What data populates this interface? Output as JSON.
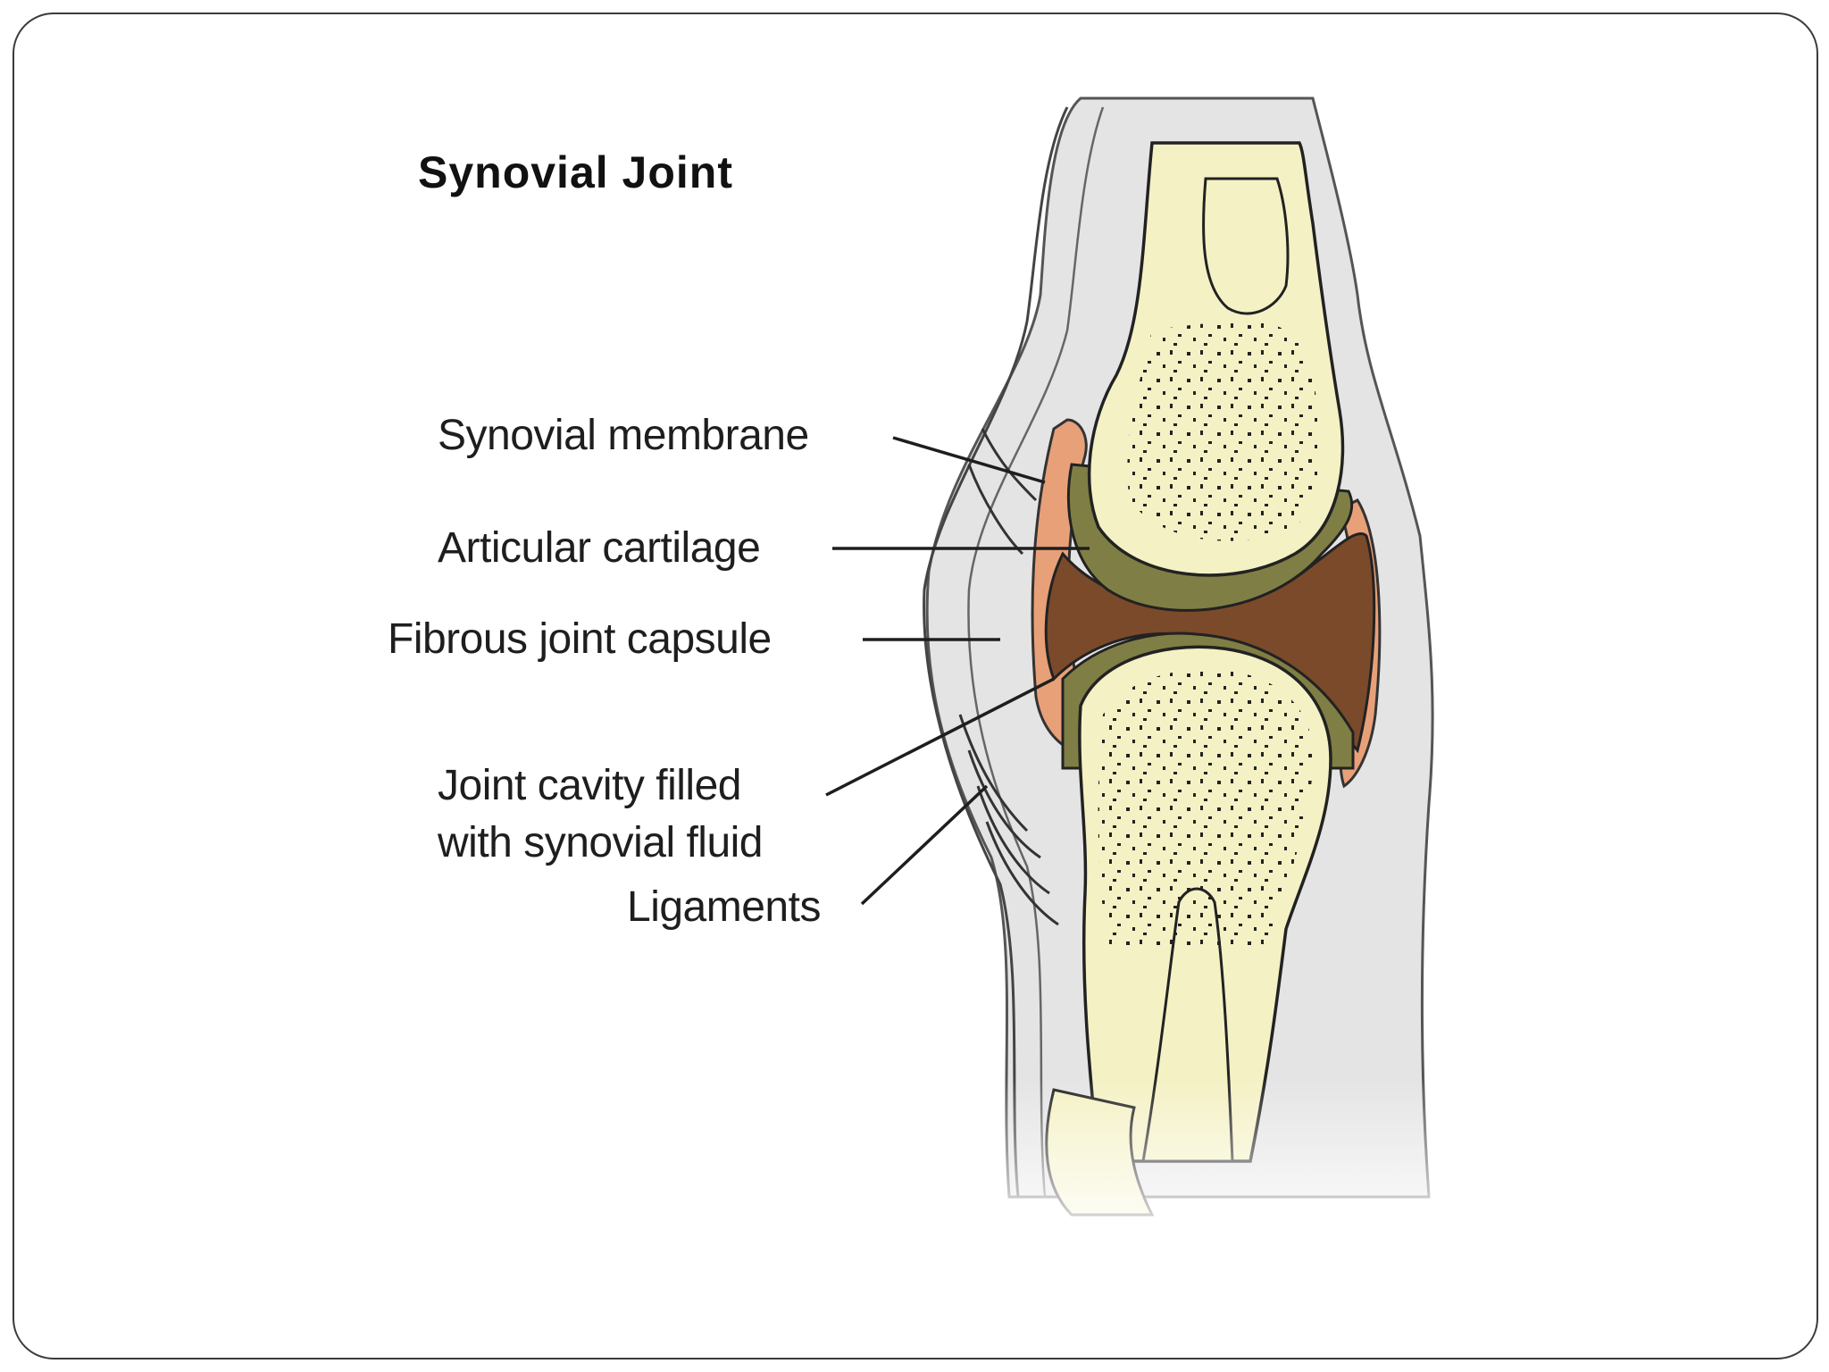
{
  "title": "Synovial Joint",
  "labels": {
    "synovial_membrane": "Synovial membrane",
    "articular_cartilage": "Articular cartilage",
    "fibrous_joint_capsule": "Fibrous joint capsule",
    "joint_cavity_line1": "Joint cavity filled",
    "joint_cavity_line2": "with synovial fluid",
    "ligaments": "Ligaments"
  },
  "colors": {
    "bone": "#f4f1c4",
    "cartilage": "#7f7f45",
    "synovial_fluid": "#7a4a2a",
    "membrane": "#e8a078",
    "soft_tissue": "#e2e2e2",
    "outline": "#222222"
  }
}
